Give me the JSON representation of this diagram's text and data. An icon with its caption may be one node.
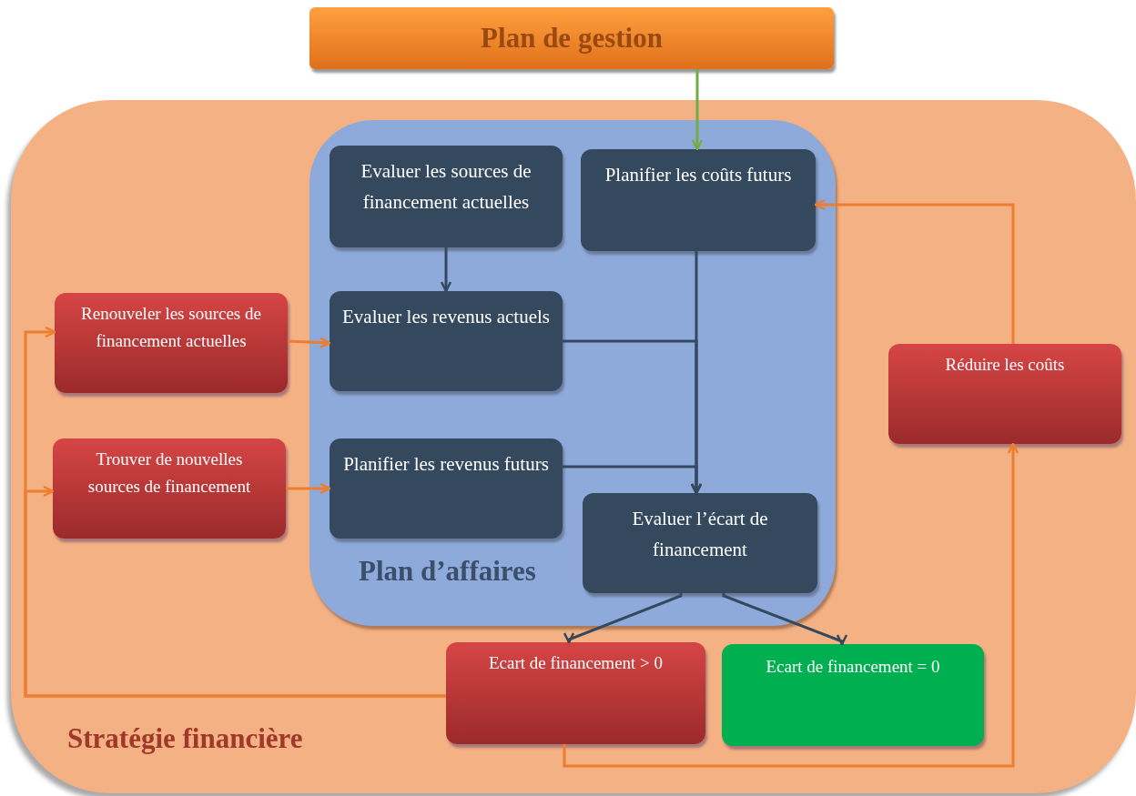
{
  "diagram": {
    "nodes": [
      {
        "text": [
          "Plan de gestion"
        ]
      },
      {
        "text": [
          "Stratégie financière"
        ]
      },
      {
        "text": [
          "Plan d’affaires"
        ],
        "in": 1
      },
      {
        "text": [
          "Evaluer les sources de financement actuelles"
        ],
        "in": 2
      },
      {
        "text": [
          "Planifier les coûts futurs"
        ],
        "in": 2
      },
      {
        "text": [
          "Evaluer les revenus actuels"
        ],
        "in": 2
      },
      {
        "text": [
          "Planifier les revenus futurs"
        ],
        "in": 2
      },
      {
        "text": [
          "Evaluer l’écart de financement"
        ],
        "in": 2
      },
      {
        "text": [
          "Renouveler les sources de financement actuelles"
        ],
        "in": 1
      },
      {
        "text": [
          "Trouver de nouvelles sources de financement"
        ],
        "in": 1
      },
      {
        "text": [
          "Réduire les coûts"
        ],
        "in": 1
      },
      {
        "text": [
          "Ecart de financement > 0"
        ],
        "in": 1
      },
      {
        "text": [
          "Ecart de financement = 0"
        ],
        "in": 1
      }
    ],
    "edges": [
      {
        "from": 0,
        "to": 4,
        "arrow": "to",
        "color": "#70ad47"
      },
      {
        "from": 3,
        "to": 5,
        "arrow": "to"
      },
      {
        "from": 4,
        "to": 7,
        "arrow": "to"
      },
      {
        "from": 5,
        "to": 7,
        "arrow": "to"
      },
      {
        "from": 6,
        "to": 7,
        "arrow": "to"
      },
      {
        "from": 7,
        "to": 11,
        "arrow": "to"
      },
      {
        "from": 7,
        "to": 12,
        "arrow": "to"
      },
      {
        "from": 8,
        "to": 5,
        "arrow": "to",
        "color": "#ed7d31"
      },
      {
        "from": 9,
        "to": 6,
        "arrow": "to",
        "color": "#ed7d31"
      },
      {
        "from": 11,
        "to": 8,
        "arrow": "to",
        "color": "#ed7d31"
      },
      {
        "from": 11,
        "to": 9,
        "arrow": "to",
        "color": "#ed7d31"
      },
      {
        "from": 11,
        "to": 10,
        "arrow": "to",
        "color": "#ed7d31"
      },
      {
        "from": 10,
        "to": 4,
        "arrow": "to",
        "color": "#ed7d31"
      }
    ]
  }
}
